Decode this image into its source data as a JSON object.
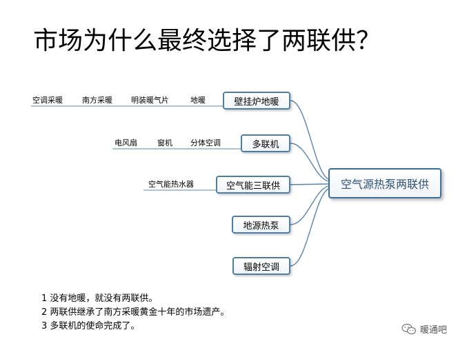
{
  "title": "市场为什么最终选择了两联供？",
  "diagram": {
    "center": "空气源热泵两联供",
    "nodes": [
      {
        "label": "壁挂炉地暖",
        "leaves": [
          "空调采暖",
          "南方采暖",
          "明装暖气片",
          "地暖"
        ]
      },
      {
        "label": "多联机",
        "leaves": [
          "电风扇",
          "窗机",
          "分体空调"
        ]
      },
      {
        "label": "空气能三联供",
        "leaves": [
          "空气能热水器"
        ]
      },
      {
        "label": "地源热泵",
        "leaves": []
      },
      {
        "label": "辐射空调",
        "leaves": []
      }
    ]
  },
  "notes": [
    "1 没有地暖，就没有两联供。",
    "2 两联供继承了南方采暖黄金十年的市场遗产。",
    "3 多联机的使命完成了。"
  ],
  "watermark": {
    "icon": "wechat-icon",
    "text": "暖通吧"
  },
  "colors": {
    "border": "#4a7ea8",
    "connector": "#5b84aa",
    "center_text": "#2b4f76"
  }
}
